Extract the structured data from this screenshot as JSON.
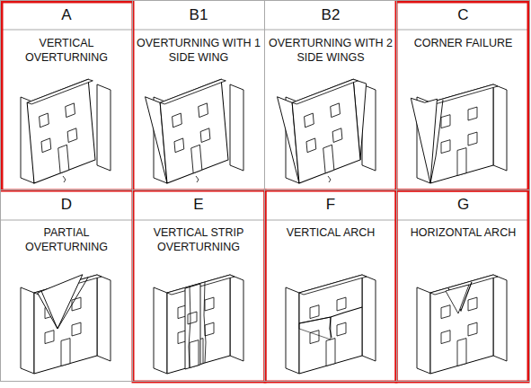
{
  "diagram": {
    "nodes": [
      {
        "text": [
          "A",
          "VERTICAL OVERTURNING"
        ]
      },
      {
        "text": [
          "B1",
          "OVERTURNING WITH 1 SIDE WING"
        ]
      },
      {
        "text": [
          "B2",
          "OVERTURNING WITH 2 SIDE WINGS"
        ]
      },
      {
        "text": [
          "C",
          "CORNER FAILURE"
        ]
      },
      {
        "text": [
          "D",
          "PARTIAL OVERTURNING"
        ]
      },
      {
        "text": [
          "E",
          "VERTICAL STRIP OVERTURNING"
        ]
      },
      {
        "text": [
          "F",
          "VERTICAL ARCH"
        ]
      },
      {
        "text": [
          "G",
          "HORIZONTAL ARCH"
        ]
      }
    ]
  }
}
